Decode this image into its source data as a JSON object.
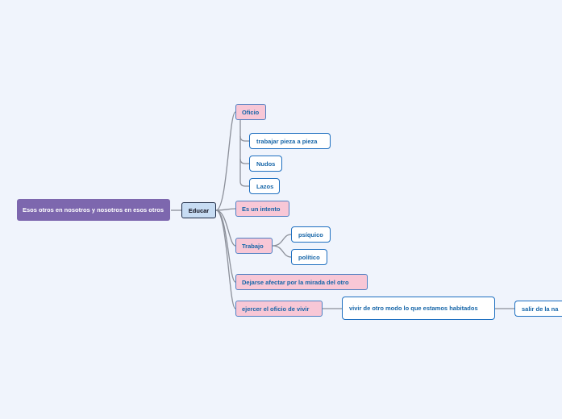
{
  "mindmap": {
    "root": "Esos otros en nosotros y nosotros en esos otros",
    "central": "Educar",
    "topics": {
      "oficio": "Oficio",
      "intento": "Es un intento",
      "trabajo": "Trabajo",
      "mirada": "Dejarse afectar por la mirada del otro",
      "ejercer": "ejercer el oficio de vivir"
    },
    "subtopics": {
      "pieza": "trabajar pieza a pieza",
      "nudos": "Nudos",
      "lazos": "Lazos",
      "psiquico": "psíquico",
      "politico": "político",
      "vivir": "vivir de otro modo lo que estamos habitados",
      "salir": "salir de la na"
    }
  },
  "colors": {
    "background": "#f0f4fc",
    "root": "#7d67ae",
    "central": "#c7dcf3",
    "topic_fill": "#f8c7d6",
    "text_blue": "#1565a8",
    "connector": "#8b8f99"
  }
}
